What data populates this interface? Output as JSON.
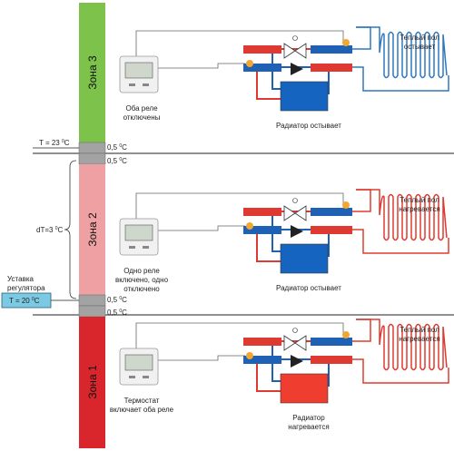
{
  "zones": [
    {
      "label": "Зона 3",
      "color": "#7dc24a"
    },
    {
      "label": "Зона 2",
      "color": "#eea0a2"
    },
    {
      "label": "Зона 1",
      "color": "#d9262c"
    }
  ],
  "band_color": "#a3a3a3",
  "thresholds": {
    "t_high": "T = 23 ",
    "t_set": "T = 20 ",
    "deg_c": "C",
    "deg_sup": "0",
    "hyst": "0,5 ",
    "dt": "dT=3 "
  },
  "setpoint": {
    "line1": "Уставка",
    "line2": "регулятора",
    "box_color": "#7cc9e3"
  },
  "rows": [
    {
      "thermostat_caption": [
        "Оба реле",
        "отключены"
      ],
      "radiator_caption": "Радиатор остывает",
      "floor_caption": [
        "Теплый пол",
        "остывает"
      ],
      "radiator_color": "#1565c0",
      "floor_color": "#2f78c0"
    },
    {
      "thermostat_caption": [
        "Одно реле",
        "включено, одно",
        "отключено"
      ],
      "radiator_caption": "Радиатор остывает",
      "floor_caption": [
        "Теплый пол",
        "нагревается"
      ],
      "radiator_color": "#1565c0",
      "floor_color": "#dd3b30"
    },
    {
      "thermostat_caption": [
        "Термостат",
        "включает оба реле"
      ],
      "radiator_caption": [
        "Радиатор",
        "нагревается"
      ],
      "floor_caption": [
        "Теплый пол",
        "нагревается"
      ],
      "radiator_color": "#ef3d2f",
      "floor_color": "#dd3b30"
    }
  ],
  "colors": {
    "supply": "#df3a32",
    "return": "#1f62b5",
    "valve": "#f2a830"
  }
}
